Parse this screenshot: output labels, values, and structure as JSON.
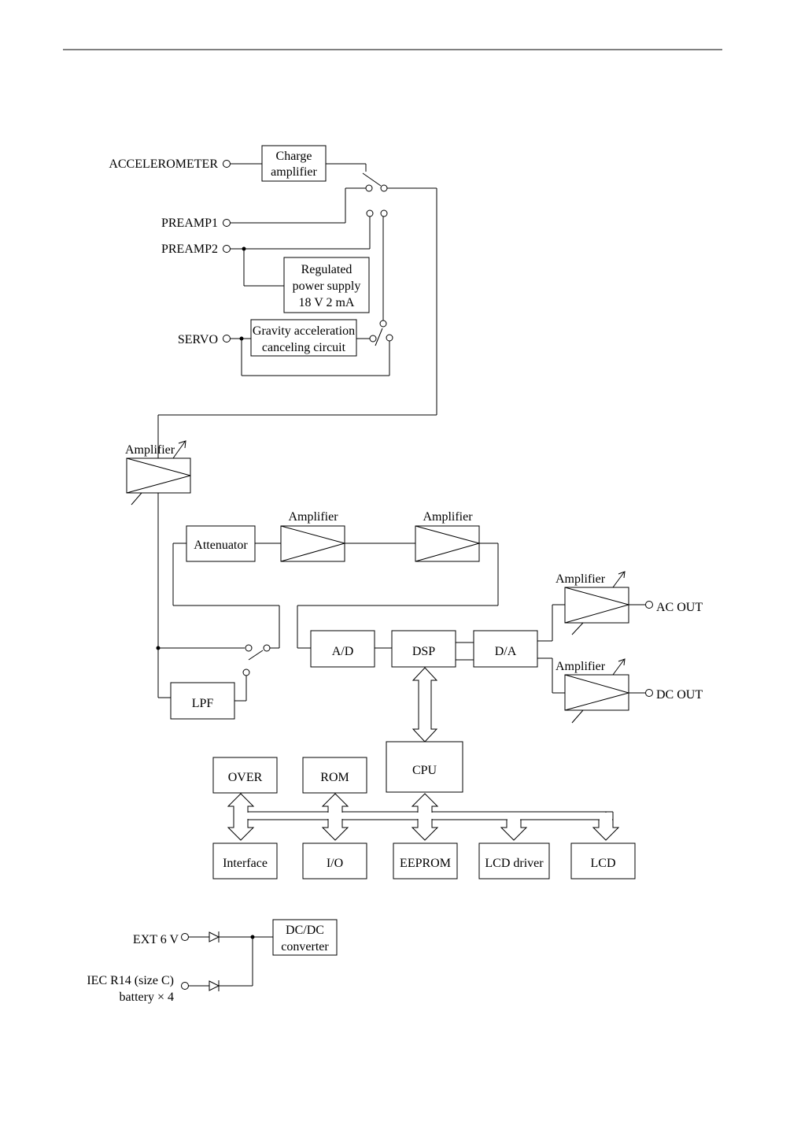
{
  "inputs": {
    "accelerometer": "ACCELEROMETER",
    "preamp1": "PREAMP1",
    "preamp2": "PREAMP2",
    "servo": "SERVO"
  },
  "blocks": {
    "charge_amp": [
      "Charge",
      "amplifier"
    ],
    "power_supply": [
      "Regulated",
      "power supply",
      "18 V  2 mA"
    ],
    "gravity": [
      "Gravity acceleration",
      "canceling circuit"
    ],
    "attenuator": "Attenuator",
    "lpf": "LPF",
    "ad": "A/D",
    "dsp": "DSP",
    "da": "D/A",
    "cpu": "CPU",
    "over": "OVER",
    "rom": "ROM",
    "interface": "Interface",
    "io": "I/O",
    "eeprom": "EEPROM",
    "lcd_driver": "LCD driver",
    "lcd": "LCD",
    "dcdc": [
      "DC/DC",
      "converter"
    ]
  },
  "amplifier_label": "Amplifier",
  "outputs": {
    "ac_out": "AC OUT",
    "dc_out": "DC OUT"
  },
  "power": {
    "ext": "EXT 6 V",
    "battery": [
      "IEC R14 (size C)",
      "battery × 4"
    ]
  }
}
